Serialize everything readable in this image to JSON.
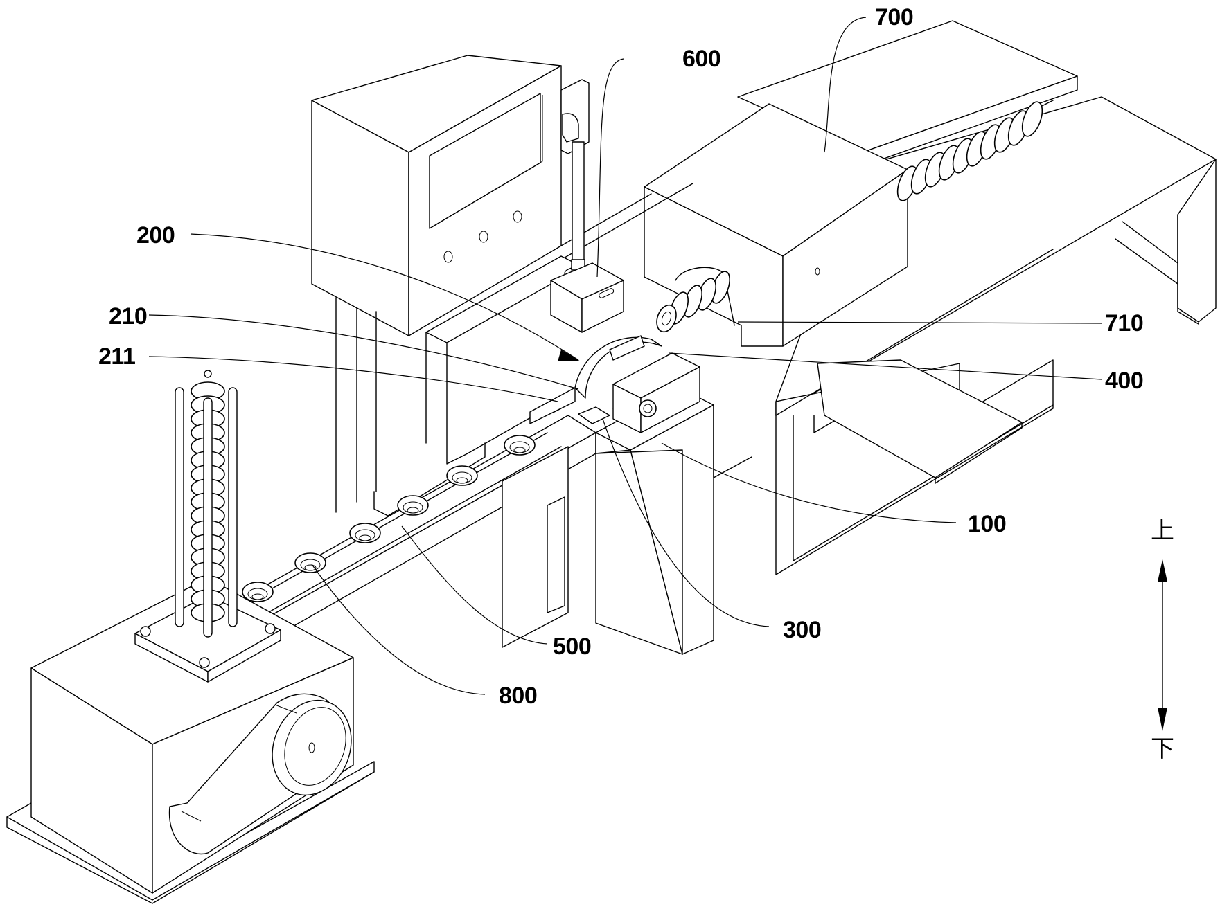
{
  "figure": {
    "type": "patent-isometric-line-drawing",
    "labels": [
      {
        "id": "100",
        "text": "100"
      },
      {
        "id": "200",
        "text": "200"
      },
      {
        "id": "210",
        "text": "210"
      },
      {
        "id": "211",
        "text": "211"
      },
      {
        "id": "300",
        "text": "300"
      },
      {
        "id": "400",
        "text": "400"
      },
      {
        "id": "500",
        "text": "500"
      },
      {
        "id": "600",
        "text": "600"
      },
      {
        "id": "700",
        "text": "700"
      },
      {
        "id": "710",
        "text": "710"
      },
      {
        "id": "800",
        "text": "800"
      }
    ],
    "direction_indicator": {
      "up_text": "上",
      "down_text": "下",
      "icon": "double-headed-vertical-arrow"
    },
    "colors": {
      "line": "#000000",
      "background": "#ffffff"
    }
  }
}
